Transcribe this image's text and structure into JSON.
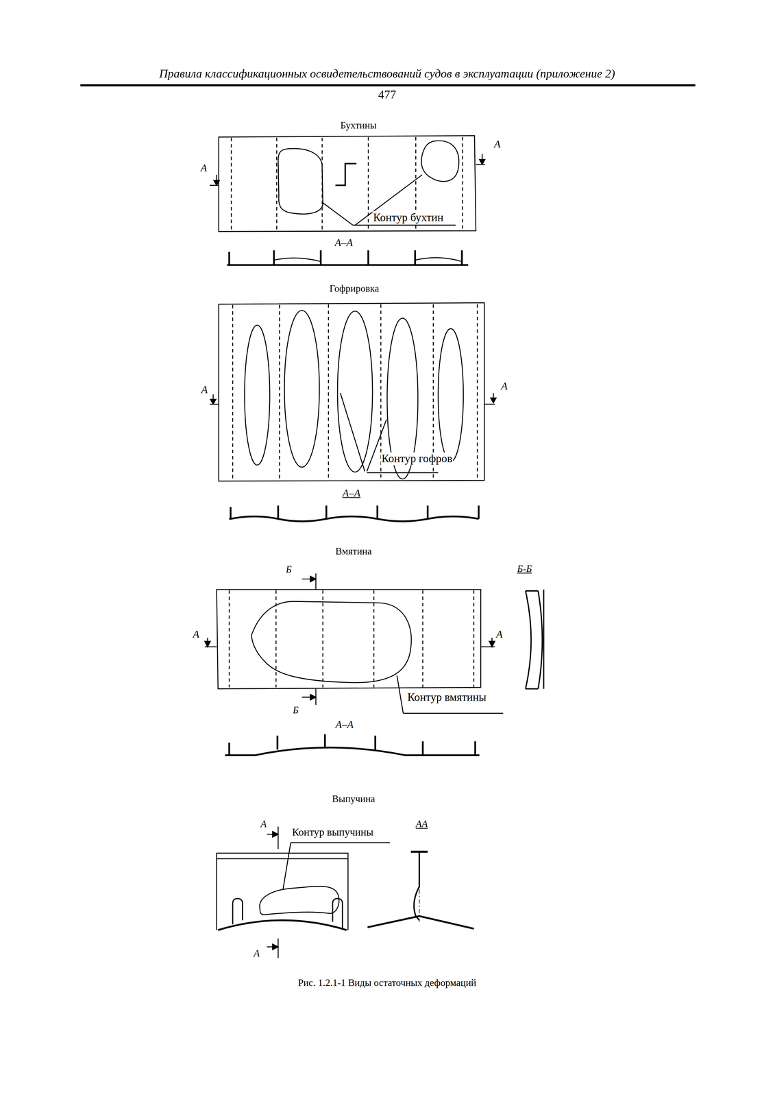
{
  "diagram": {
    "caption": "Рис. 1.2.1-1 Виды остаточных деформаций",
    "labels": [
      "Правила классификационных освидетельствований судов в эксплуатации (приложение 2)",
      "477",
      "Бухтины",
      "А",
      "А",
      "Контур бухтин",
      "А–А",
      "Гофрировка",
      "А",
      "А",
      "Контур гофров",
      "А–А",
      "Вмятина",
      "Б",
      "Б-Б",
      "А",
      "А",
      "Контур вмятины",
      "Б",
      "А–А",
      "Выпучина",
      "А",
      "Контур выпучины",
      "АА",
      "А"
    ]
  }
}
